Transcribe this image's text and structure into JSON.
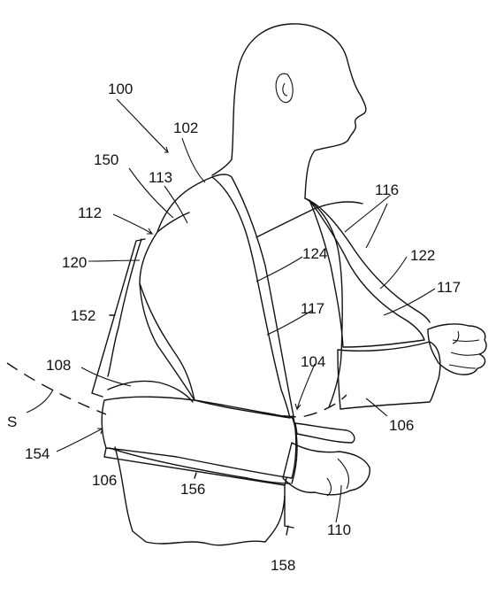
{
  "figure": {
    "labels": [
      {
        "id": "100",
        "text": "100"
      },
      {
        "id": "102",
        "text": "102"
      },
      {
        "id": "150",
        "text": "150"
      },
      {
        "id": "113",
        "text": "113"
      },
      {
        "id": "112",
        "text": "112"
      },
      {
        "id": "120",
        "text": "120"
      },
      {
        "id": "152",
        "text": "152"
      },
      {
        "id": "108",
        "text": "108"
      },
      {
        "id": "S",
        "text": "S"
      },
      {
        "id": "154",
        "text": "154"
      },
      {
        "id": "106a",
        "text": "106"
      },
      {
        "id": "156",
        "text": "156"
      },
      {
        "id": "158",
        "text": "158"
      },
      {
        "id": "110",
        "text": "110"
      },
      {
        "id": "106b",
        "text": "106"
      },
      {
        "id": "104",
        "text": "104"
      },
      {
        "id": "117a",
        "text": "117"
      },
      {
        "id": "124",
        "text": "124"
      },
      {
        "id": "116",
        "text": "116"
      },
      {
        "id": "122",
        "text": "122"
      },
      {
        "id": "117b",
        "text": "117"
      }
    ]
  }
}
